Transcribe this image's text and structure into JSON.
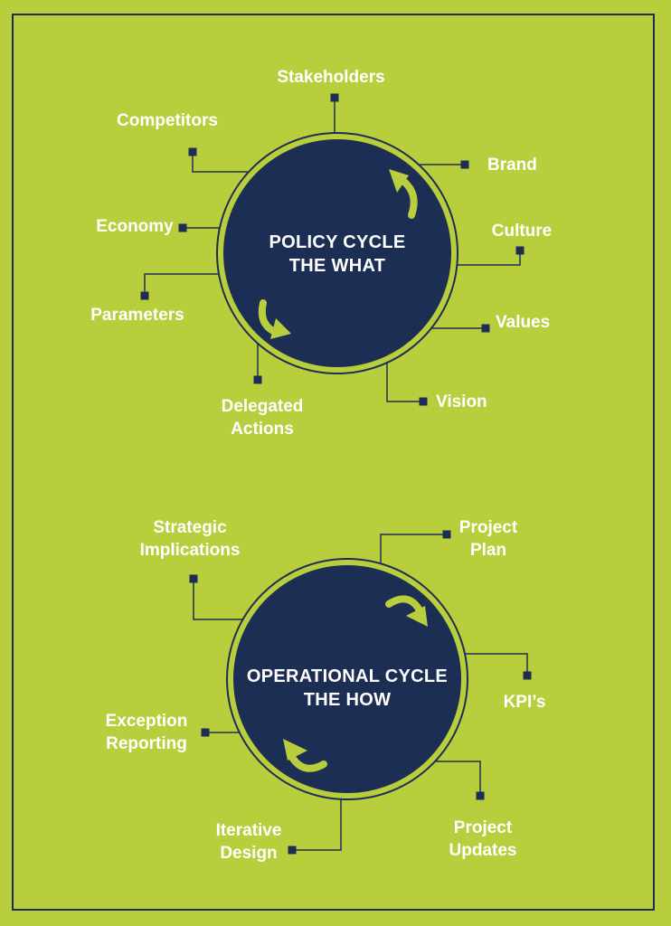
{
  "colors": {
    "background": "#b9ce3c",
    "navy": "#1d2e54",
    "text": "#ffffff"
  },
  "diagrams": [
    {
      "name": "policy-cycle",
      "title": [
        "POLICY CYCLE",
        "THE WHAT"
      ],
      "rotation": "counterclockwise",
      "labels": {
        "stakeholders": [
          "Stakeholders"
        ],
        "competitors": [
          "Competitors"
        ],
        "brand": [
          "Brand"
        ],
        "culture": [
          "Culture"
        ],
        "values": [
          "Values"
        ],
        "vision": [
          "Vision"
        ],
        "delegated_actions": [
          "Delegated",
          "Actions"
        ],
        "parameters": [
          "Parameters"
        ],
        "economy": [
          "Economy"
        ]
      }
    },
    {
      "name": "operational-cycle",
      "title": [
        "OPERATIONAL CYCLE",
        "THE HOW"
      ],
      "rotation": "clockwise",
      "labels": {
        "strategic_implications": [
          "Strategic",
          "Implications"
        ],
        "project_plan": [
          "Project",
          "Plan"
        ],
        "kpis": [
          "KPI’s"
        ],
        "project_updates": [
          "Project",
          "Updates"
        ],
        "iterative_design": [
          "Iterative",
          "Design"
        ],
        "exception_reporting": [
          "Exception",
          "Reporting"
        ]
      }
    }
  ]
}
